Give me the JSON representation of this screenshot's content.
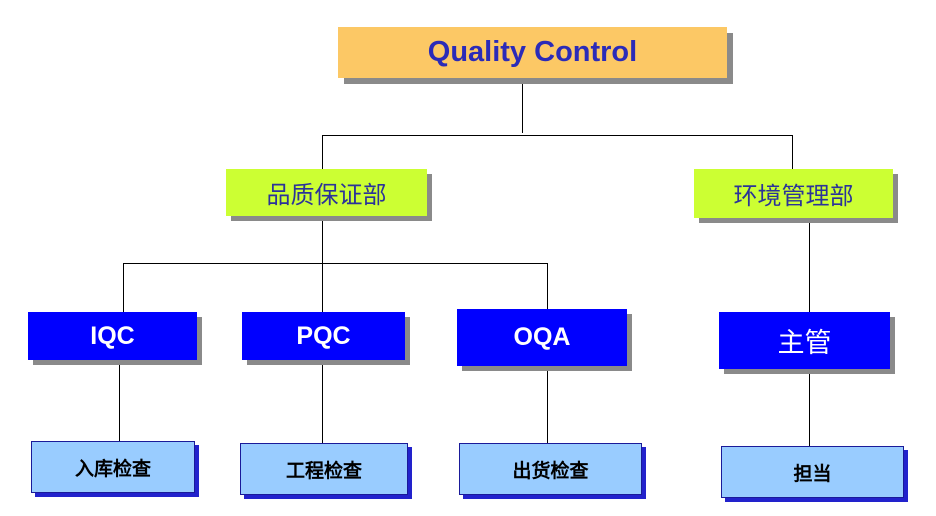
{
  "diagram": {
    "type": "org-chart",
    "root": {
      "label": "Quality Control",
      "color": "#fcc865"
    },
    "departments": [
      {
        "label": "品质保证部",
        "color": "#ccff33",
        "teams": [
          {
            "label": "IQC",
            "task": "入库检查"
          },
          {
            "label": "PQC",
            "task": "工程检查"
          },
          {
            "label": "OQA",
            "task": "出货检查"
          }
        ]
      },
      {
        "label": "环境管理部",
        "color": "#ccff33",
        "teams": [
          {
            "label": "主管",
            "task": "担当"
          }
        ]
      }
    ],
    "colors": {
      "team_fill": "#0000ff",
      "task_fill": "#99ccff",
      "title_text": "#2b2bb8"
    }
  }
}
